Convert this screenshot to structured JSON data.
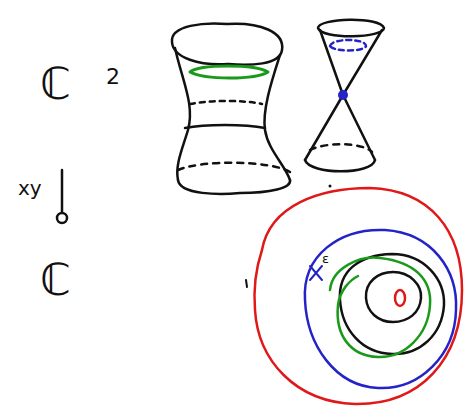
{
  "diagram": {
    "labels": [
      "ℂ",
      "2",
      "xy",
      "ℂ",
      "ε"
    ]
  }
}
